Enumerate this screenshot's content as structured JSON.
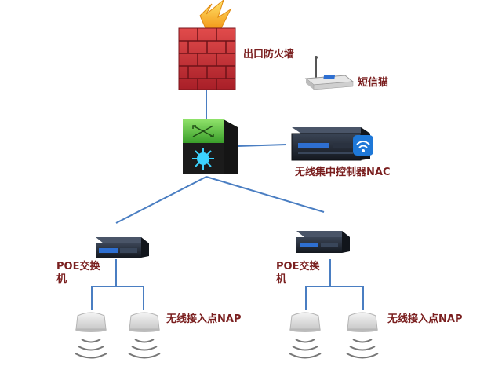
{
  "labels": {
    "firewall": "出口防火墙",
    "modem": "短信猫",
    "controller": "无线集中控制器NAC",
    "poe_left_line1": "POE交换",
    "poe_left_line2": "机",
    "poe_right_line1": "POE交换",
    "poe_right_line2": "机",
    "ap_left": "无线接入点NAP",
    "ap_right": "无线接入点NAP"
  },
  "colors": {
    "link": "#4a7ec2",
    "label": "#7a1f1f",
    "brick": "#c9313a",
    "switch_green": "#5bc23c",
    "switch_dark": "#1b1b1b",
    "device_dark": "#202633",
    "port_blue": "#2e6fd1",
    "ap_gray": "#d9d9d9"
  }
}
